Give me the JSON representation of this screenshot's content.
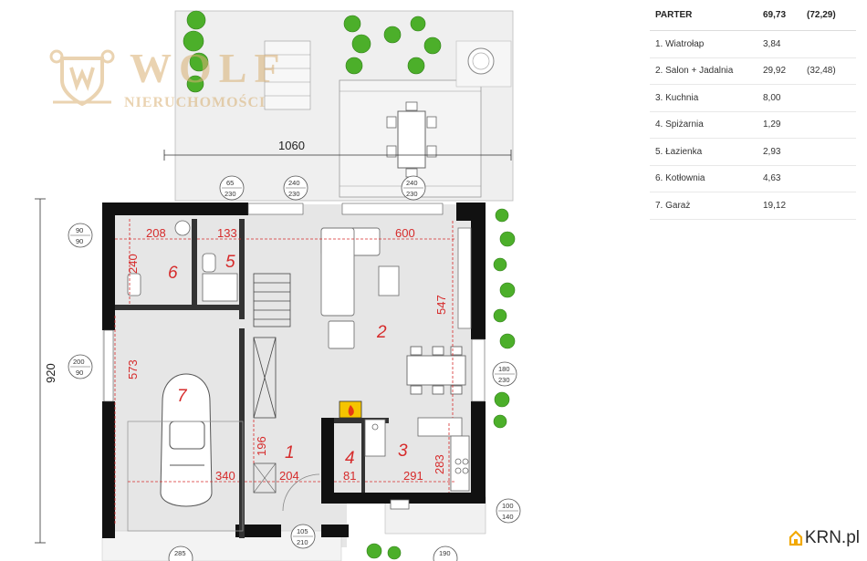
{
  "table": {
    "header": {
      "name": "PARTER",
      "area": "69,73",
      "alt": "(72,29)"
    },
    "rows": [
      {
        "name": "1. Wiatrołap",
        "area": "3,84",
        "alt": ""
      },
      {
        "name": "2. Salon + Jadalnia",
        "area": "29,92",
        "alt": "(32,48)"
      },
      {
        "name": "3. Kuchnia",
        "area": "8,00",
        "alt": ""
      },
      {
        "name": "4. Spiżarnia",
        "area": "1,29",
        "alt": ""
      },
      {
        "name": "5. Łazienka",
        "area": "2,93",
        "alt": ""
      },
      {
        "name": "6. Kotłownia",
        "area": "4,63",
        "alt": ""
      },
      {
        "name": "7. Garaż",
        "area": "19,12",
        "alt": ""
      }
    ]
  },
  "plan": {
    "overall_width": "1060",
    "overall_depth": "920",
    "room_numbers": [
      "1",
      "2",
      "3",
      "4",
      "5",
      "6",
      "7"
    ],
    "dims_red": {
      "d208": "208",
      "d133": "133",
      "d600": "600",
      "d240": "240",
      "d547": "547",
      "d573": "573",
      "d196": "196",
      "d204": "204",
      "d340": "340",
      "d81": "81",
      "d291": "291",
      "d283": "283"
    },
    "openings": {
      "o1": {
        "top": "65",
        "bottom": "230"
      },
      "o2": {
        "top": "240",
        "bottom": "230"
      },
      "o3": {
        "top": "240",
        "bottom": "230"
      },
      "o4": {
        "top": "90",
        "bottom": "90"
      },
      "o5": {
        "top": "200",
        "bottom": "90"
      },
      "o6": {
        "top": "180",
        "bottom": "230"
      },
      "o7": {
        "top": "100",
        "bottom": "140"
      },
      "o8": {
        "top": "105",
        "bottom": "210"
      },
      "o9": {
        "top": "285",
        "bottom": ""
      },
      "o10": {
        "top": "190",
        "bottom": ""
      }
    }
  },
  "watermark": {
    "brand": "WOLF",
    "subtitle": "NIERUCHOMOŚCI"
  },
  "logo": {
    "text": "KRN.pl"
  },
  "colors": {
    "wall": "#111111",
    "floor": "#e6e6e6",
    "terrace": "#efefef",
    "dimension": "#d62b2b",
    "plant": "#4caf2a"
  }
}
